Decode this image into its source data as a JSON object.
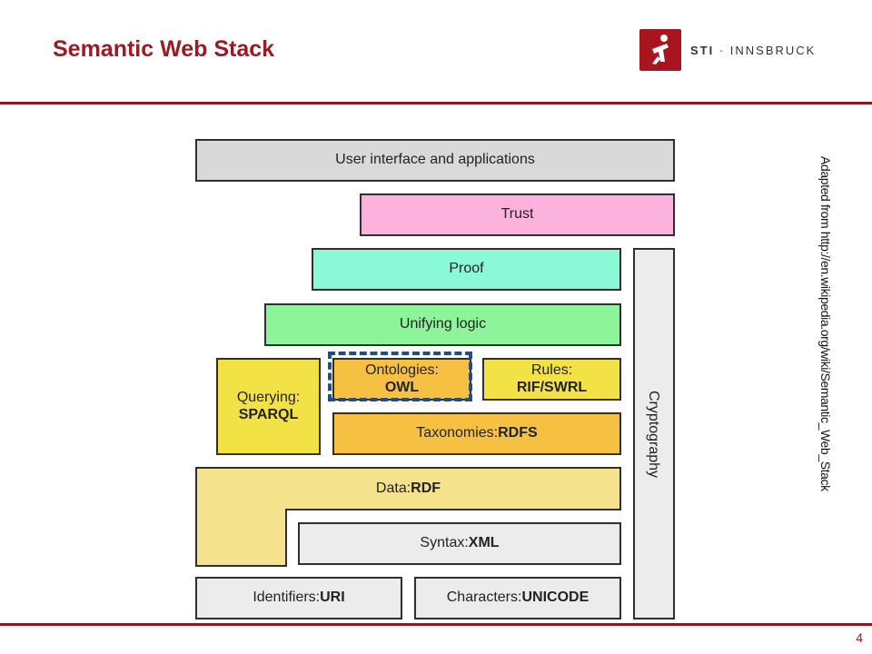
{
  "slide": {
    "title": "Semantic Web Stack",
    "page_number": "4"
  },
  "logo": {
    "brand_bold": "STI",
    "brand_rest": " · INNSBRUCK",
    "color": "#a8151f"
  },
  "source_note": "Adapted from http://en.wikipedia.org/wiki/Semantic_Web_Stack",
  "stack": {
    "user_interface": "User interface and applications",
    "trust": "Trust",
    "proof": "Proof",
    "unifying_logic": "Unifying logic",
    "querying": {
      "label": "Querying:",
      "bold": "SPARQL"
    },
    "ontologies": {
      "label": "Ontologies:",
      "bold": "OWL"
    },
    "rules": {
      "label": "Rules:",
      "bold": "RIF/SWRL"
    },
    "taxonomies": {
      "label": "Taxonomies: ",
      "bold": "RDFS"
    },
    "data": {
      "label": "Data: ",
      "bold": "RDF"
    },
    "syntax": {
      "label": "Syntax: ",
      "bold": "XML"
    },
    "identifiers": {
      "label": "Identifiers: ",
      "bold": "URI"
    },
    "characters": {
      "label": "Characters: ",
      "bold": "UNICODE"
    },
    "cryptography": "Cryptography"
  },
  "colors": {
    "title": "#9b1b25",
    "rule": "#8e1820",
    "highlight_dash": "#1f4e8c"
  }
}
